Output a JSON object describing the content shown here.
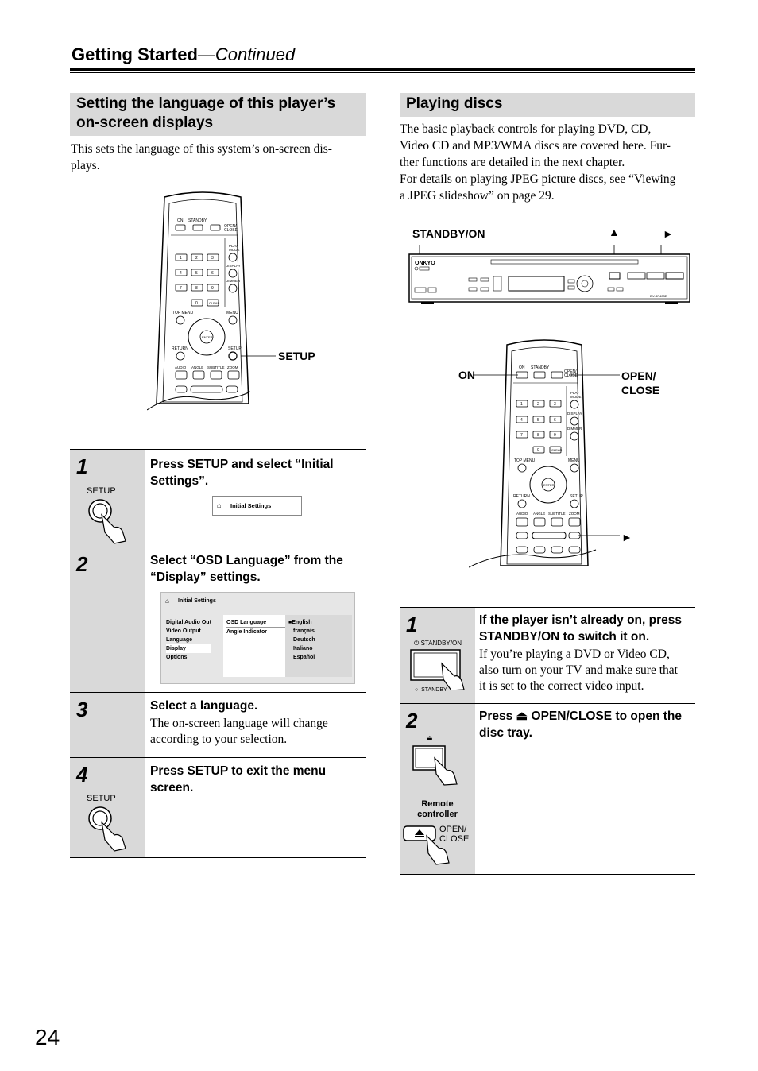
{
  "header": {
    "title": "Getting Started",
    "continued": "—Continued"
  },
  "left_section": {
    "title_line1": "Setting the language of this player’s",
    "title_line2": "on-screen displays",
    "intro_line1": "This sets the language of this system’s on-screen dis-",
    "intro_line2": "plays.",
    "remote_callout": "SETUP",
    "remote_labels": {
      "on": "ON",
      "standby": "STANDBY",
      "open": "OPEN/",
      "close": "CLOSE",
      "play": "PLAY",
      "mode": "MODE",
      "display": "DISPLAY",
      "dimmer": "DIMMER",
      "top_menu": "TOP MENU",
      "menu": "MENU",
      "enter": "ENTER",
      "return": "RETURN",
      "setup": "SETUP",
      "audio": "AUDIO",
      "angle": "ANGLE",
      "subtitle": "SUBTITLE",
      "zoom": "ZOOM",
      "clear": "CLEAR",
      "digits": [
        "1",
        "2",
        "3",
        "4",
        "5",
        "6",
        "7",
        "8",
        "9",
        "0"
      ]
    },
    "steps": [
      {
        "num": "1",
        "title_line1": "Press SETUP and select “Initial",
        "title_line2": "Settings”.",
        "icon_label": "SETUP",
        "osd_label": "Initial Settings"
      },
      {
        "num": "2",
        "title_line1": "Select “OSD Language” from the",
        "title_line2": "“Display” settings.",
        "osd_title": "Initial Settings",
        "menu_items": [
          "Digital Audio Out",
          "Video Output",
          "Language",
          "Display",
          "Options"
        ],
        "sub_items": [
          "OSD Language",
          "Angle Indicator"
        ],
        "languages": [
          "English",
          "français",
          "Deutsch",
          "Italiano",
          "Español"
        ]
      },
      {
        "num": "3",
        "title": "Select a language.",
        "body_line1": "The on-screen language will change",
        "body_line2": "according to your selection."
      },
      {
        "num": "4",
        "title_line1": "Press SETUP to exit the menu",
        "title_line2": "screen.",
        "icon_label": "SETUP"
      }
    ]
  },
  "right_section": {
    "title": "Playing discs",
    "para1_line1": "The basic playback controls for playing DVD, CD,",
    "para1_line2": "Video CD and MP3/WMA discs are covered here. Fur-",
    "para1_line3": "ther functions are detailed in the next chapter.",
    "para2_line1": "For details on playing JPEG picture discs, see “Viewing",
    "para2_line2": "a JPEG slideshow” on page 29.",
    "callouts": {
      "standby_on": "STANDBY/ON",
      "eject": "▲",
      "play": "►",
      "on": "ON",
      "open_close_1": "OPEN/",
      "open_close_2": "CLOSE",
      "play2": "►"
    },
    "player": {
      "brand": "ONKYO",
      "model": "DV-SP403E"
    },
    "steps": [
      {
        "num": "1",
        "title_line1": "If the player isn’t already on, press",
        "title_line2": "STANDBY/ON to switch it on.",
        "body_line1": "If you’re playing a DVD or Video CD,",
        "body_line2": "also turn on your TV and make sure that",
        "body_line3": "it is set to the correct video input.",
        "icon_label_top": "STANDBY/ON",
        "icon_label_bottom": "STANDBY"
      },
      {
        "num": "2",
        "title_pre": "Press",
        "title_line1_rest": "OPEN/CLOSE to open the",
        "title_line2": "disc tray.",
        "remote_label_1": "Remote",
        "remote_label_2": "controller",
        "open_label_1": "OPEN/",
        "open_label_2": "CLOSE"
      }
    ]
  },
  "page_number": "24"
}
